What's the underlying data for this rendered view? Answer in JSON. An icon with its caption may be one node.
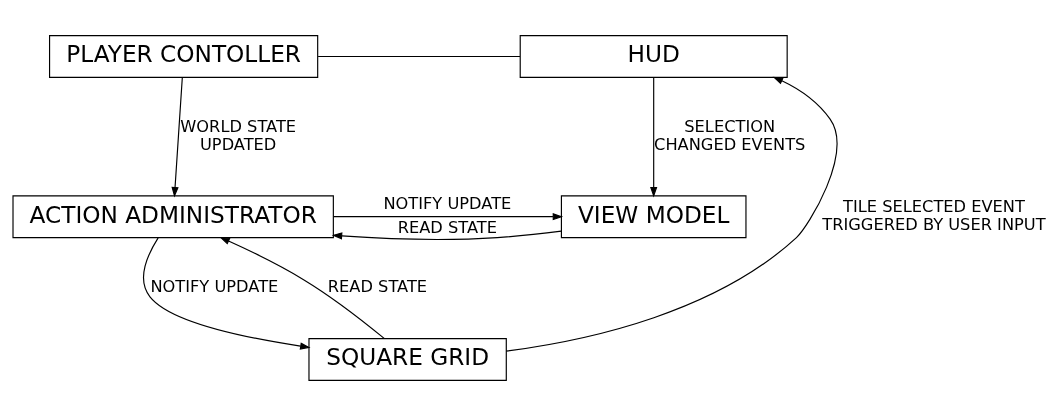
{
  "diagram": {
    "nodes": [
      {
        "text": [
          "PLAYER CONTOLLER"
        ]
      },
      {
        "text": [
          "HUD"
        ]
      },
      {
        "text": [
          "ACTION ADMINISTRATOR"
        ]
      },
      {
        "text": [
          "VIEW MODEL"
        ]
      },
      {
        "text": [
          "SQUARE GRID"
        ]
      }
    ],
    "edges": [
      {
        "from": 0,
        "to": 1,
        "arrow": "none"
      },
      {
        "from": 0,
        "to": 2,
        "arrow": "to",
        "label": "WORLD STATE UPDATED"
      },
      {
        "from": 1,
        "to": 3,
        "arrow": "to",
        "label": "SELECTION CHANGED EVENTS"
      },
      {
        "from": 2,
        "to": 3,
        "arrow": "to",
        "label": "NOTIFY UPDATE"
      },
      {
        "from": 3,
        "to": 2,
        "arrow": "to",
        "label": "READ STATE"
      },
      {
        "from": 4,
        "to": 2,
        "arrow": "to",
        "label": "READ STATE"
      },
      {
        "from": 2,
        "to": 4,
        "arrow": "to",
        "label": "NOTIFY UPDATE"
      },
      {
        "from": 4,
        "to": 1,
        "arrow": "to",
        "label": "TILE SELECTED EVENT TRIGGERED BY USER INPUT"
      }
    ]
  }
}
